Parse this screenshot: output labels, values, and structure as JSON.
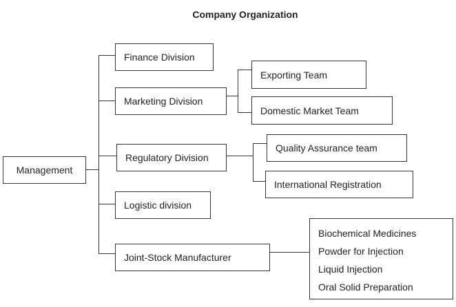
{
  "title": "Company Organization",
  "root": {
    "label": "Management"
  },
  "divisions": [
    {
      "label": "Finance Division"
    },
    {
      "label": "Marketing Division"
    },
    {
      "label": "Regulatory Division"
    },
    {
      "label": "Logistic division"
    },
    {
      "label": "Joint-Stock Manufacturer"
    }
  ],
  "marketing_teams": [
    {
      "label": "Exporting Team"
    },
    {
      "label": "Domestic Market Team"
    }
  ],
  "regulatory_teams": [
    {
      "label": "Quality Assurance team"
    },
    {
      "label": "International Registration"
    }
  ],
  "manufacturer_products": [
    "Biochemical Medicines",
    "Powder for Injection",
    "Liquid Injection",
    "Oral Solid Preparation"
  ]
}
